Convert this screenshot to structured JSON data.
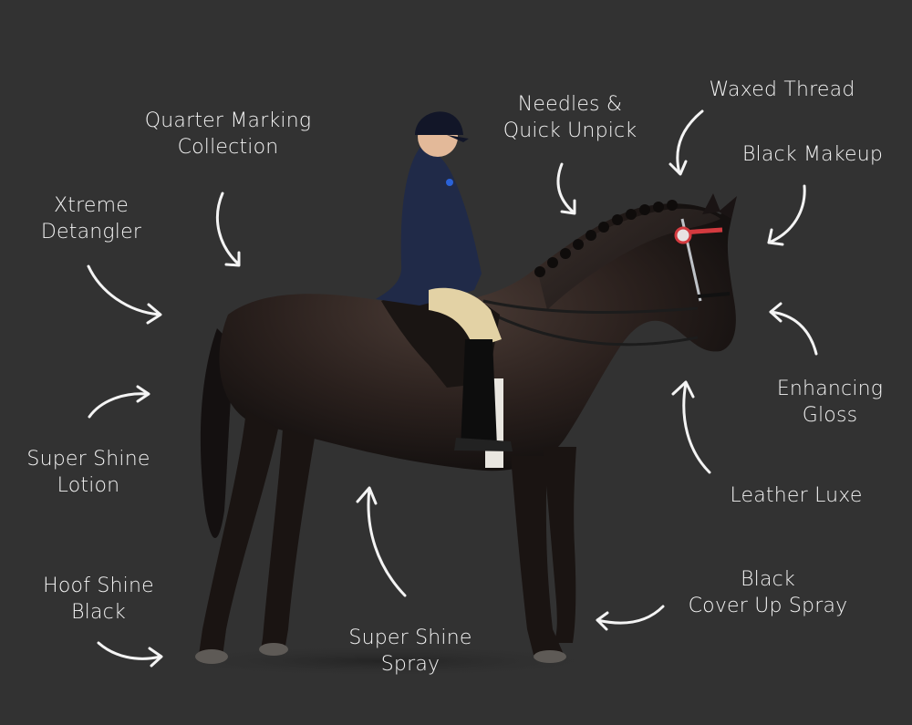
{
  "background_color": "#323232",
  "text_color": "#f4f4f4",
  "image": {
    "subject": "rider-on-dark-bay-show-horse",
    "description": "Rider in navy jacket, black velvet hat, cream breeches and tall black boots on a dark bay horse with plaited mane and red/white rosette on bridle"
  },
  "labels": [
    {
      "id": "quarter-marking",
      "lines": [
        "Quarter Marking",
        "Collection"
      ]
    },
    {
      "id": "xtreme-detangler",
      "lines": [
        "Xtreme",
        "Detangler"
      ]
    },
    {
      "id": "needles",
      "lines": [
        "Needles &",
        "Quick Unpick"
      ]
    },
    {
      "id": "waxed-thread",
      "lines": [
        "Waxed Thread"
      ]
    },
    {
      "id": "black-makeup",
      "lines": [
        "Black Makeup"
      ]
    },
    {
      "id": "enhancing-gloss",
      "lines": [
        "Enhancing",
        "Gloss"
      ]
    },
    {
      "id": "leather-luxe",
      "lines": [
        "Leather Luxe"
      ]
    },
    {
      "id": "super-shine-lotion",
      "lines": [
        "Super Shine",
        "Lotion"
      ]
    },
    {
      "id": "hoof-shine-black",
      "lines": [
        "Hoof Shine",
        "Black"
      ]
    },
    {
      "id": "super-shine-spray",
      "lines": [
        "Super Shine",
        "Spray"
      ]
    },
    {
      "id": "black-cover-up",
      "lines": [
        "Black",
        "Cover Up Spray"
      ]
    }
  ]
}
